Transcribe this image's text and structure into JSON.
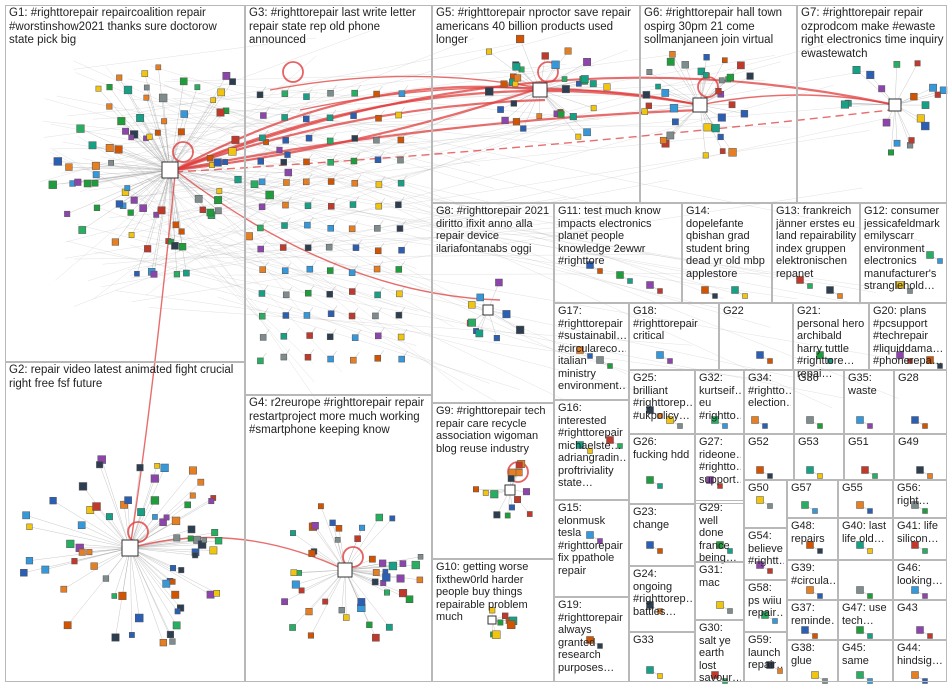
{
  "groups": [
    {
      "id": "G1",
      "label": "G1: #righttorepair repaircoalition repair #worstinshow2021 thanks sure doctorow state pick big"
    },
    {
      "id": "G2",
      "label": "G2: repair video latest animated fight crucial right free fsf future"
    },
    {
      "id": "G3",
      "label": "G3: #righttorepair last write letter repair state rep old phone announced"
    },
    {
      "id": "G4",
      "label": "G4: r2reurope #righttorepair repair restartproject more much working #smartphone keeping know"
    },
    {
      "id": "G5",
      "label": "G5: #righttorepair nproctor save repair americans 40 billion products used longer"
    },
    {
      "id": "G6",
      "label": "G6: #righttorepair hall town ospirg 30pm 21 come sollmanjaneen join virtual"
    },
    {
      "id": "G7",
      "label": "G7: #righttorepair repair ozprodcom make #ewaste right electronics time inquiry ewastewatch"
    },
    {
      "id": "G8",
      "label": "G8: #righttorepair 2021 diritto ifixit anno alla repair device ilariafontanabs oggi"
    },
    {
      "id": "G9",
      "label": "G9: #righttorepair tech repair care recycle association wigoman blog reuse industry"
    },
    {
      "id": "G10",
      "label": "G10: getting worse fixthew0rld harder people buy things repairable problem much"
    },
    {
      "id": "G11",
      "label": "G11: test much know impacts electronics planet people knowledge 2ewwr #righttore"
    },
    {
      "id": "G12",
      "label": "G12: consumer jessicafeldmark emilyscarr environment electronics manufacturer's stranglehold…"
    },
    {
      "id": "G13",
      "label": "G13: frankreich jänner erstes eu land repairability index gruppen elektronischen repanet"
    },
    {
      "id": "G14",
      "label": "G14: dopelefante qbishan grad student bring dead yr old mbp applestore"
    },
    {
      "id": "G15",
      "label": "G15: elonmusk tesla #righttorepair fix ppathole repair"
    },
    {
      "id": "G16",
      "label": "G16: interested #righttorepair michaelste… adriangradin… proftriviality state…"
    },
    {
      "id": "G17",
      "label": "G17: #righttorepair #sustainabil… #circulareco… italian ministry environment…"
    },
    {
      "id": "G18",
      "label": "G18: #righttorepair critical"
    },
    {
      "id": "G19",
      "label": "G19: #righttorepair always granted research purposes…"
    },
    {
      "id": "G20",
      "label": "G20: plans #pcsupport #techrepair #liquiddama… #phonerepa…"
    },
    {
      "id": "G21",
      "label": "G21: personal hero archibald harry tuttle #righttore… repai…"
    },
    {
      "id": "G22",
      "label": "G22"
    },
    {
      "id": "G23",
      "label": "G23: change"
    },
    {
      "id": "G24",
      "label": "G24: ongoing #righttorep… battles…"
    },
    {
      "id": "G25",
      "label": "G25: brilliant #righttorep… #ukpolicy…"
    },
    {
      "id": "G26",
      "label": "G26: fucking hdd"
    },
    {
      "id": "G27",
      "label": "G27: rideone… #rightto… support…"
    },
    {
      "id": "G28",
      "label": "G28"
    },
    {
      "id": "G29",
      "label": "G29: well done france being…"
    },
    {
      "id": "G30",
      "label": "G30: salt ye earth lost savour…"
    },
    {
      "id": "G31",
      "label": "G31: mac"
    },
    {
      "id": "G32",
      "label": "G32: kurtseif… eu #rightto…"
    },
    {
      "id": "G33",
      "label": "G33"
    },
    {
      "id": "G34",
      "label": "G34: #rightto… election…"
    },
    {
      "id": "G35",
      "label": "G35: waste"
    },
    {
      "id": "G36",
      "label": "G36"
    },
    {
      "id": "G37",
      "label": "G37: reminde…"
    },
    {
      "id": "G38",
      "label": "G38: glue"
    },
    {
      "id": "G39",
      "label": "G39: #circula…"
    },
    {
      "id": "G40",
      "label": "G40: last life old…"
    },
    {
      "id": "G41",
      "label": "G41: life silicon…"
    },
    {
      "id": "G43",
      "label": "G43"
    },
    {
      "id": "G44",
      "label": "G44: hindsig…"
    },
    {
      "id": "G45",
      "label": "G45: same"
    },
    {
      "id": "G46",
      "label": "G46: looking…"
    },
    {
      "id": "G47",
      "label": "G47: use tech…"
    },
    {
      "id": "G48",
      "label": "G48: repairs"
    },
    {
      "id": "G49",
      "label": "G49"
    },
    {
      "id": "G50",
      "label": "G50"
    },
    {
      "id": "G51",
      "label": "G51"
    },
    {
      "id": "G52",
      "label": "G52"
    },
    {
      "id": "G53",
      "label": "G53"
    },
    {
      "id": "G54",
      "label": "G54: believe #rightt…"
    },
    {
      "id": "G55",
      "label": "G55"
    },
    {
      "id": "G56",
      "label": "G56: right…"
    },
    {
      "id": "G57",
      "label": "G57"
    },
    {
      "id": "G58",
      "label": "G58: ps wiiu repair…"
    },
    {
      "id": "G59",
      "label": "G59: launch repair…"
    }
  ],
  "colors": {
    "edge_gray": "#9a9a9a",
    "edge_red": "#e03c3c",
    "border": "#b8b8b8",
    "label_text": "#222222"
  }
}
